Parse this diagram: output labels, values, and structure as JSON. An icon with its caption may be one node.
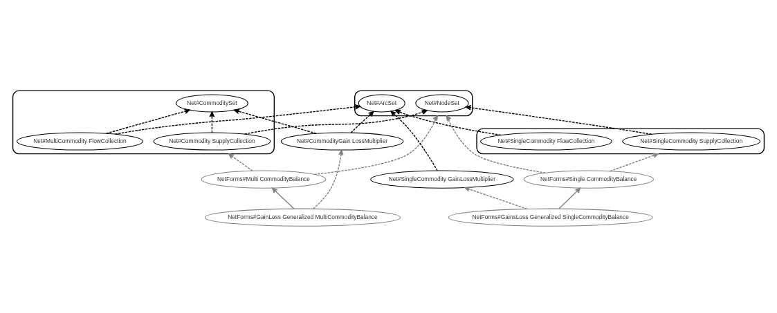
{
  "diagram": {
    "nodes": [
      {
        "text": [
          "NetForms#Multi CommodityBalance"
        ]
      },
      {
        "text": [],
        "shape": "ellipse"
      },
      {
        "text": [
          "Net#NodeSet"
        ],
        "in": 1
      },
      {
        "text": [
          "Net#ArcSet"
        ],
        "in": 1
      },
      {
        "text": [
          "NetForms#Single CommodityBalance"
        ]
      },
      {
        "text": [],
        "shape": "ellipse"
      },
      {
        "text": [
          "Net#Commodity SupplyCollection"
        ],
        "in": 5
      },
      {
        "text": [
          "Net#MultiCommodity FlowCollection"
        ],
        "in": 5
      },
      {
        "text": [
          "Net#CommoditySet"
        ],
        "in": 5
      },
      {
        "text": [],
        "shape": "ellipse"
      },
      {
        "text": [
          "Net#SingleCommodity SupplyCollection"
        ],
        "in": 9
      },
      {
        "text": [
          "Net#SingleCommodity FlowCollection"
        ],
        "in": 9
      },
      {
        "text": [
          "NetForms#GainLoss Generalized MultiCommodityBalance"
        ]
      },
      {
        "text": [
          "NetForms#GainsLoss Generalized SingleCommodityBalance"
        ]
      },
      {
        "text": [
          "Net#CommodityGain LossMultiplier"
        ]
      },
      {
        "text": [
          "Net#SingleCommodity GainLossMultiplier"
        ]
      }
    ],
    "edges": [
      {
        "from": 12,
        "to": 0,
        "arrow": "to",
        "color": "#808080"
      },
      {
        "from": 13,
        "to": 4,
        "arrow": "to",
        "color": "#808080"
      },
      {
        "from": 0,
        "to": 1,
        "arrow": "to",
        "style": "dashed",
        "color": "#808080"
      },
      {
        "from": 0,
        "to": 5,
        "arrow": "to",
        "style": "dashed",
        "color": "#808080"
      },
      {
        "from": 4,
        "to": 1,
        "arrow": "to",
        "style": "dashed",
        "color": "#808080"
      },
      {
        "from": 4,
        "to": 9,
        "arrow": "to",
        "style": "dashed",
        "color": "#808080"
      },
      {
        "from": 12,
        "to": 14,
        "arrow": "to",
        "style": "dashed",
        "color": "#808080"
      },
      {
        "from": 13,
        "to": 15,
        "arrow": "to",
        "style": "dashed",
        "color": "#808080"
      },
      {
        "from": 6,
        "to": 2,
        "arrow": "to",
        "style": "dashed"
      },
      {
        "from": 6,
        "to": 8,
        "arrow": "to",
        "style": "dashed"
      },
      {
        "from": 7,
        "to": 8,
        "arrow": "to",
        "style": "dashed"
      },
      {
        "from": 7,
        "to": 3,
        "arrow": "to",
        "style": "dashed"
      },
      {
        "from": 14,
        "to": 8,
        "arrow": "to",
        "style": "dashed"
      },
      {
        "from": 14,
        "to": 3,
        "arrow": "to",
        "style": "dashed"
      },
      {
        "from": 15,
        "to": 3,
        "arrow": "to",
        "style": "dashed"
      },
      {
        "from": 11,
        "to": 3,
        "arrow": "to",
        "style": "dashed"
      },
      {
        "from": 10,
        "to": 2,
        "arrow": "to",
        "style": "dashed"
      }
    ]
  }
}
